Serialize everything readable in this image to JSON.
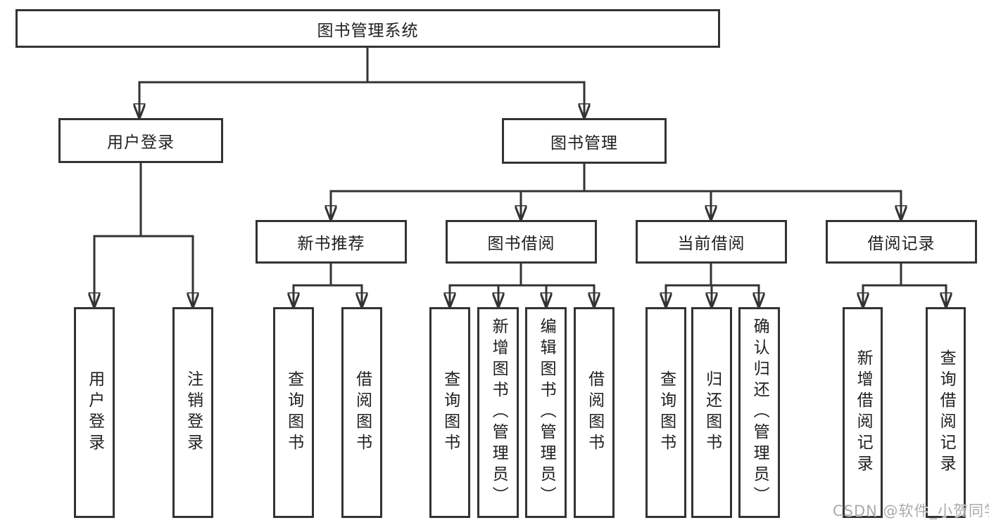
{
  "chart": {
    "root": {
      "label": "图书管理系统"
    },
    "branches": [
      {
        "label": "用户登录",
        "children": [
          {
            "label": "用户登录"
          },
          {
            "label": "注销登录"
          }
        ]
      },
      {
        "label": "图书管理",
        "sections": [
          {
            "label": "新书推荐",
            "children": [
              {
                "label": "查询图书"
              },
              {
                "label": "借阅图书"
              }
            ]
          },
          {
            "label": "图书借阅",
            "children": [
              {
                "label": "查询图书"
              },
              {
                "label": "新增图书（管理员）"
              },
              {
                "label": "编辑图书（管理员）"
              },
              {
                "label": "借阅图书"
              }
            ]
          },
          {
            "label": "当前借阅",
            "children": [
              {
                "label": "查询图书"
              },
              {
                "label": "归还图书"
              },
              {
                "label": "确认归还（管理员）"
              }
            ]
          },
          {
            "label": "借阅记录",
            "children": [
              {
                "label": "新增借阅记录"
              },
              {
                "label": "查询借阅记录"
              }
            ]
          }
        ]
      }
    ]
  },
  "watermark": {
    "text": "CSDN @软件_小贺同学"
  },
  "colors": {
    "line": "#333333",
    "box_border": "#333333",
    "text": "#1f1f1f",
    "watermark": "#ababab",
    "background": "#ffffff"
  }
}
